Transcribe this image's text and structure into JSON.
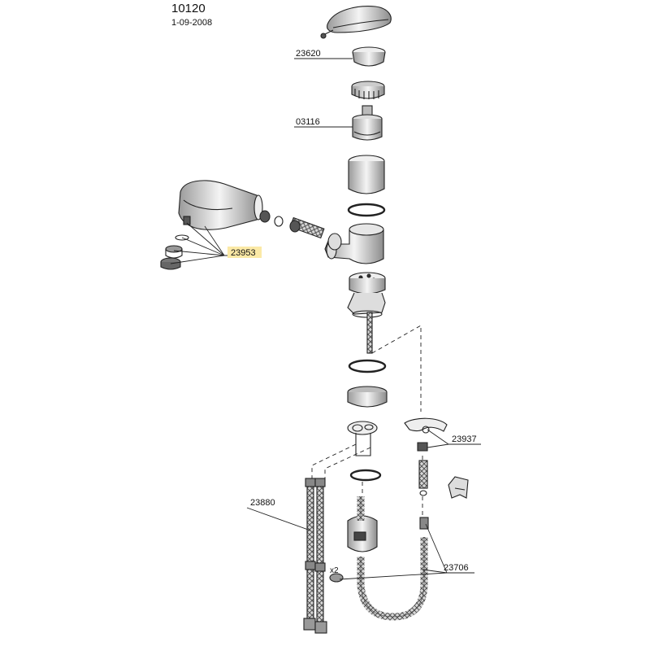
{
  "header": {
    "model": "10120",
    "date": "1-09-2008"
  },
  "parts": {
    "p23620": "23620",
    "p03116": "03116",
    "p23953": "23953",
    "p23937": "23937",
    "p23880": "23880",
    "p23706": "23706",
    "qty": "x2"
  },
  "colors": {
    "line": "#222222",
    "highlight": "#fbe9a6",
    "hose": "#8a8a8a"
  }
}
